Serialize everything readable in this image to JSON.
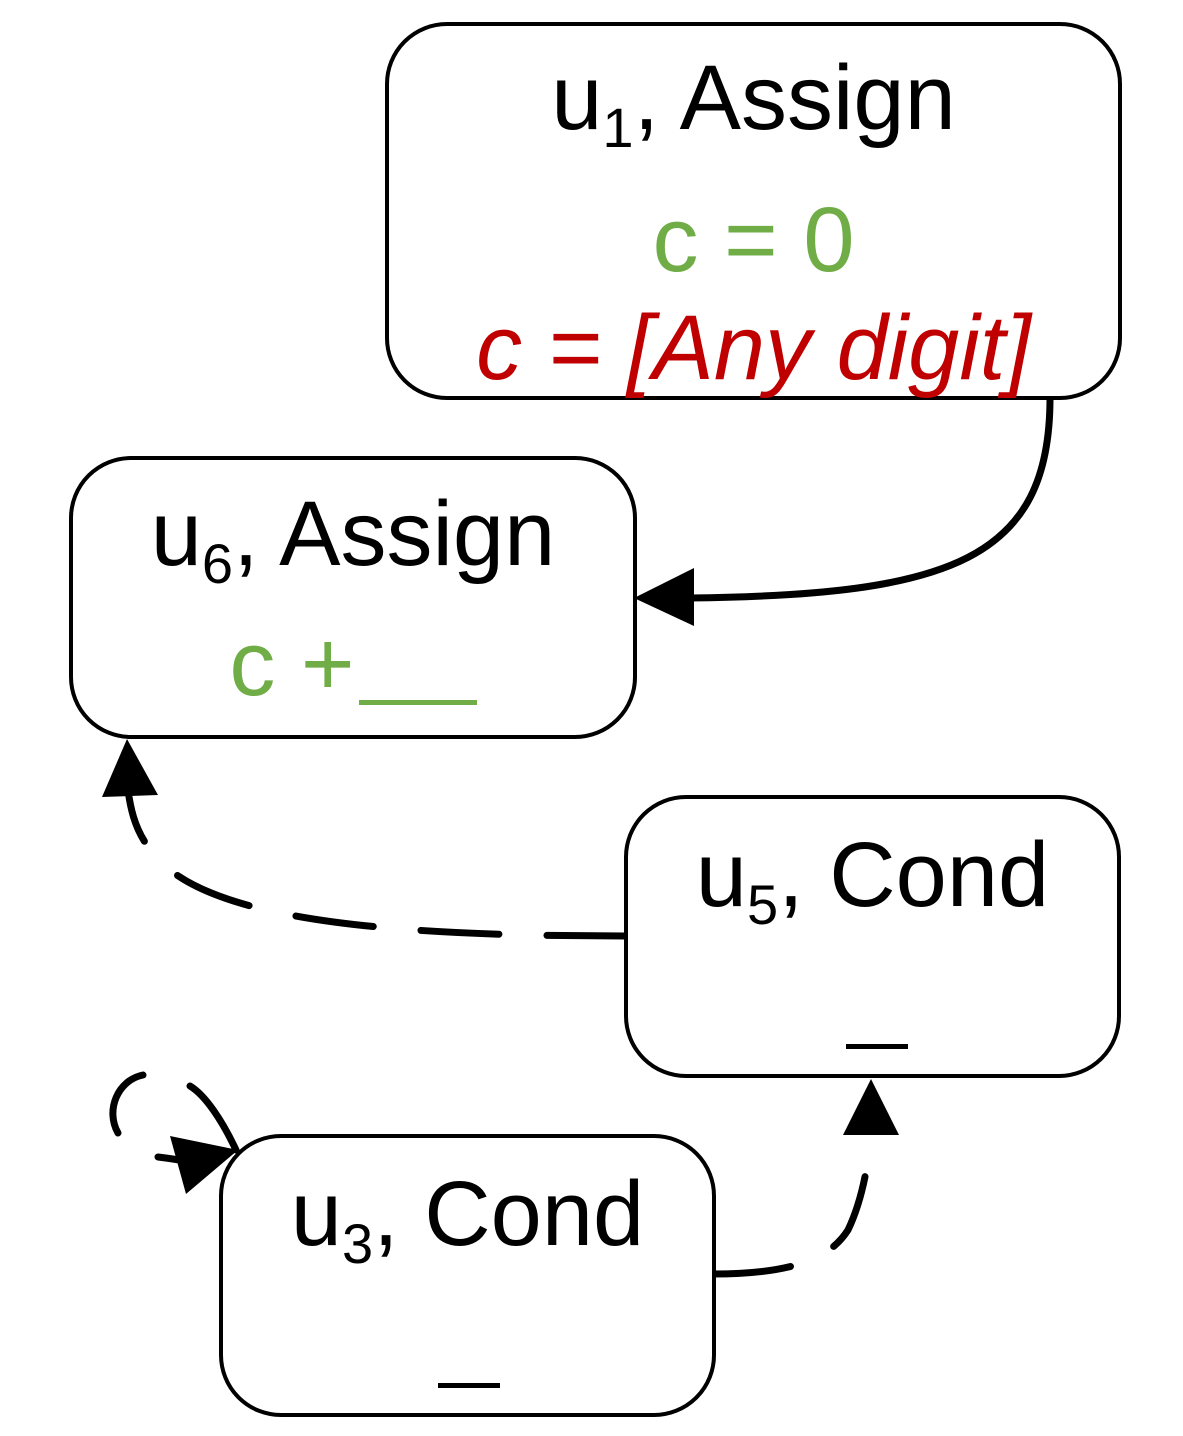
{
  "nodes": {
    "u1": {
      "id_prefix": "u",
      "id_sub": "1",
      "kind": ", Assign",
      "green_line": "c = 0",
      "red_line": "c = [Any digit]"
    },
    "u6": {
      "id_prefix": "u",
      "id_sub": "6",
      "kind": ", Assign",
      "green_line": "c +"
    },
    "u5": {
      "id_prefix": "u",
      "id_sub": "5",
      "kind": ", Cond"
    },
    "u3": {
      "id_prefix": "u",
      "id_sub": "3",
      "kind": ", Cond"
    }
  },
  "edges": [
    {
      "from": "u1",
      "to": "u6",
      "style": "solid"
    },
    {
      "from": "u5",
      "to": "u6",
      "style": "dashed"
    },
    {
      "from": "u3",
      "to": "u5",
      "style": "dashed"
    },
    {
      "from": "u3",
      "to": "u3",
      "style": "dashed"
    }
  ],
  "colors": {
    "green": "#70ad47",
    "red": "#c00000",
    "stroke": "#000000"
  }
}
